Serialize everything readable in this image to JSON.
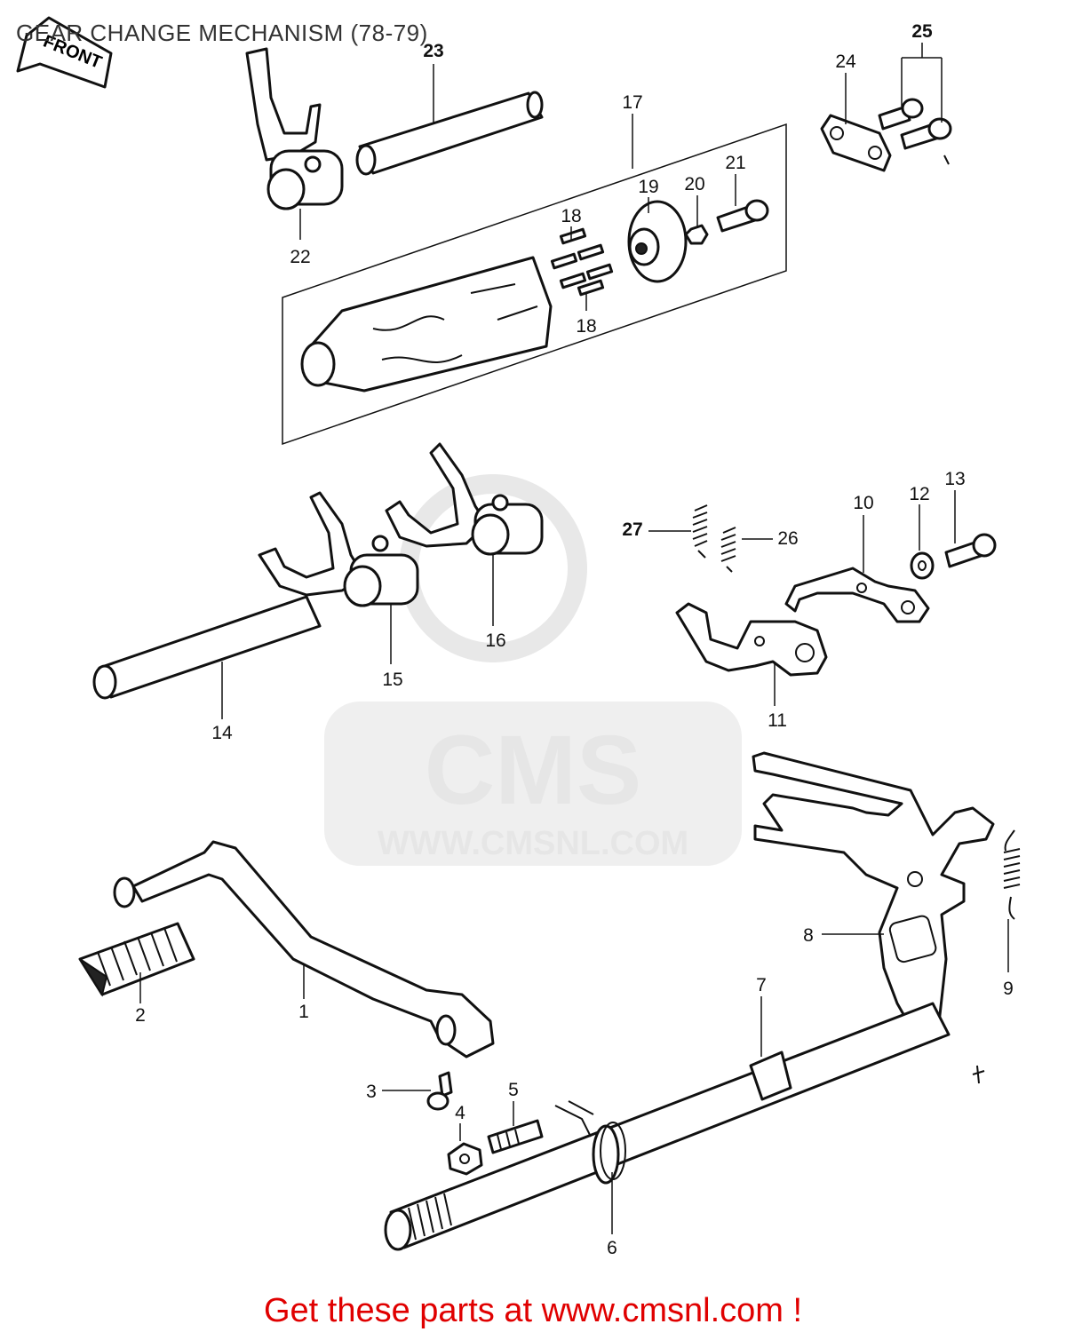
{
  "title": "GEAR CHANGE MECHANISM (78-79)",
  "front_label": "FRONT",
  "watermark": {
    "logo_text": "CMS",
    "url_text": "WWW.CMSNL.COM"
  },
  "footer": "Get these parts at www.cmsnl.com !",
  "callouts": {
    "c1": "1",
    "c2": "2",
    "c3": "3",
    "c4": "4",
    "c5": "5",
    "c6": "6",
    "c7": "7",
    "c8": "8",
    "c9": "9",
    "c10": "10",
    "c11": "11",
    "c12": "12",
    "c13": "13",
    "c14": "14",
    "c15": "15",
    "c16": "16",
    "c17": "17",
    "c18a": "18",
    "c18b": "18",
    "c19": "19",
    "c20": "20",
    "c21": "21",
    "c22": "22",
    "c23": "23",
    "c24": "24",
    "c25": "25",
    "c26": "26",
    "c27": "27"
  }
}
